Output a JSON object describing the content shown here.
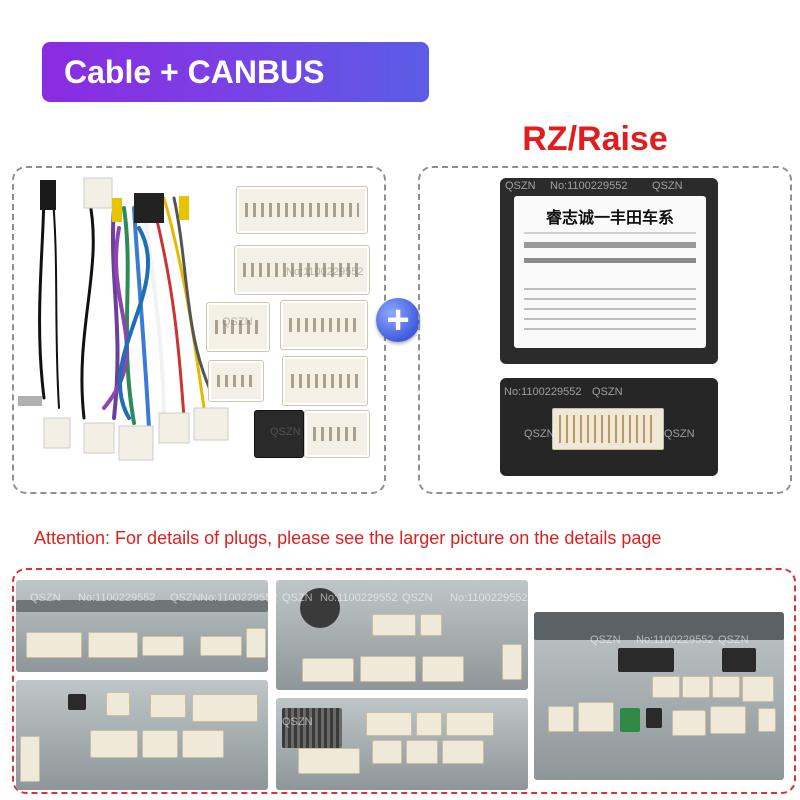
{
  "header": {
    "badge_label": "Cable + CANBUS"
  },
  "brand": {
    "label": "RZ/Raise"
  },
  "canbus": {
    "label_title": "睿志诚一丰田车系"
  },
  "notice": {
    "text": "Attention: For details of plugs, please see the larger picture on the details page"
  },
  "watermark": {
    "brand": "QSZN",
    "store": "No:1100229552"
  },
  "colors": {
    "badge_start": "#8a2be2",
    "badge_end": "#5b5de6",
    "brand_red": "#e01e1e",
    "plus_blue": "#3f5bdc"
  },
  "icons": {
    "plus": "plus-icon"
  },
  "plus_symbol": "+"
}
